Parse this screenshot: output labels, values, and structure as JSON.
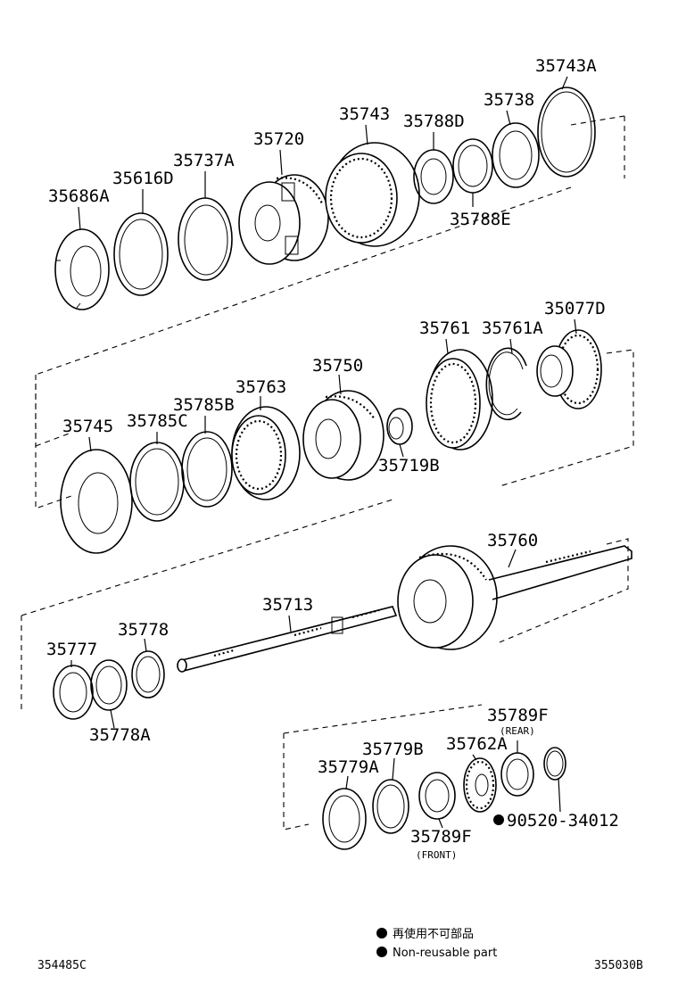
{
  "callouts": [
    {
      "id": "p35743A",
      "text": "35743A"
    },
    {
      "id": "p35738",
      "text": "35738"
    },
    {
      "id": "p35743",
      "text": "35743"
    },
    {
      "id": "p35788D",
      "text": "35788D"
    },
    {
      "id": "p35720",
      "text": "35720"
    },
    {
      "id": "p35737A",
      "text": "35737A"
    },
    {
      "id": "p35616D",
      "text": "35616D"
    },
    {
      "id": "p35686A",
      "text": "35686A"
    },
    {
      "id": "p35788E",
      "text": "35788E"
    },
    {
      "id": "p35761",
      "text": "35761"
    },
    {
      "id": "p35761A",
      "text": "35761A"
    },
    {
      "id": "p35077D",
      "text": "35077D"
    },
    {
      "id": "p35750",
      "text": "35750"
    },
    {
      "id": "p35763",
      "text": "35763"
    },
    {
      "id": "p35785B",
      "text": "35785B"
    },
    {
      "id": "p35785C",
      "text": "35785C"
    },
    {
      "id": "p35745",
      "text": "35745"
    },
    {
      "id": "p35719B",
      "text": "35719B"
    },
    {
      "id": "p35760",
      "text": "35760"
    },
    {
      "id": "p35713",
      "text": "35713"
    },
    {
      "id": "p35778",
      "text": "35778"
    },
    {
      "id": "p35777",
      "text": "35777"
    },
    {
      "id": "p35778A",
      "text": "35778A"
    },
    {
      "id": "p35789F_rear",
      "text": "35789F"
    },
    {
      "id": "p35779B",
      "text": "35779B"
    },
    {
      "id": "p35762A",
      "text": "35762A"
    },
    {
      "id": "p35779A",
      "text": "35779A"
    },
    {
      "id": "p90520",
      "text": "90520-34012"
    },
    {
      "id": "p35789F_front",
      "text": "35789F"
    }
  ],
  "sublabels": {
    "rear": "(REAR)",
    "front": "(FRONT)"
  },
  "legend": {
    "jp": "再使用不可部品",
    "en": "Non-reusable part"
  },
  "footer": {
    "left_code": "354485C",
    "right_code": "355030B"
  },
  "colors": {
    "ink": "#000000",
    "background": "#ffffff"
  }
}
